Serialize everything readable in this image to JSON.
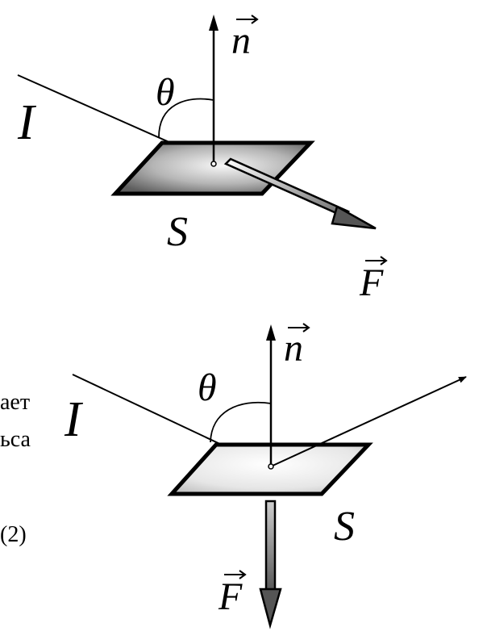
{
  "figure_top": {
    "label_intensity": "I",
    "label_angle": "θ",
    "label_normal": "n",
    "label_area": "S",
    "label_force": "F",
    "surface_colors": {
      "dark": "#6e6e6e",
      "light": "#f2f2f2"
    }
  },
  "figure_bottom": {
    "label_intensity": "I",
    "label_angle": "θ",
    "label_normal": "n",
    "label_area": "S",
    "label_force": "F",
    "surface_colors": {
      "dark": "#bdbdbd",
      "light": "#fafafa"
    }
  },
  "side_text": {
    "line1": "ает",
    "line2": "ьса",
    "equation_number": "(2)"
  }
}
